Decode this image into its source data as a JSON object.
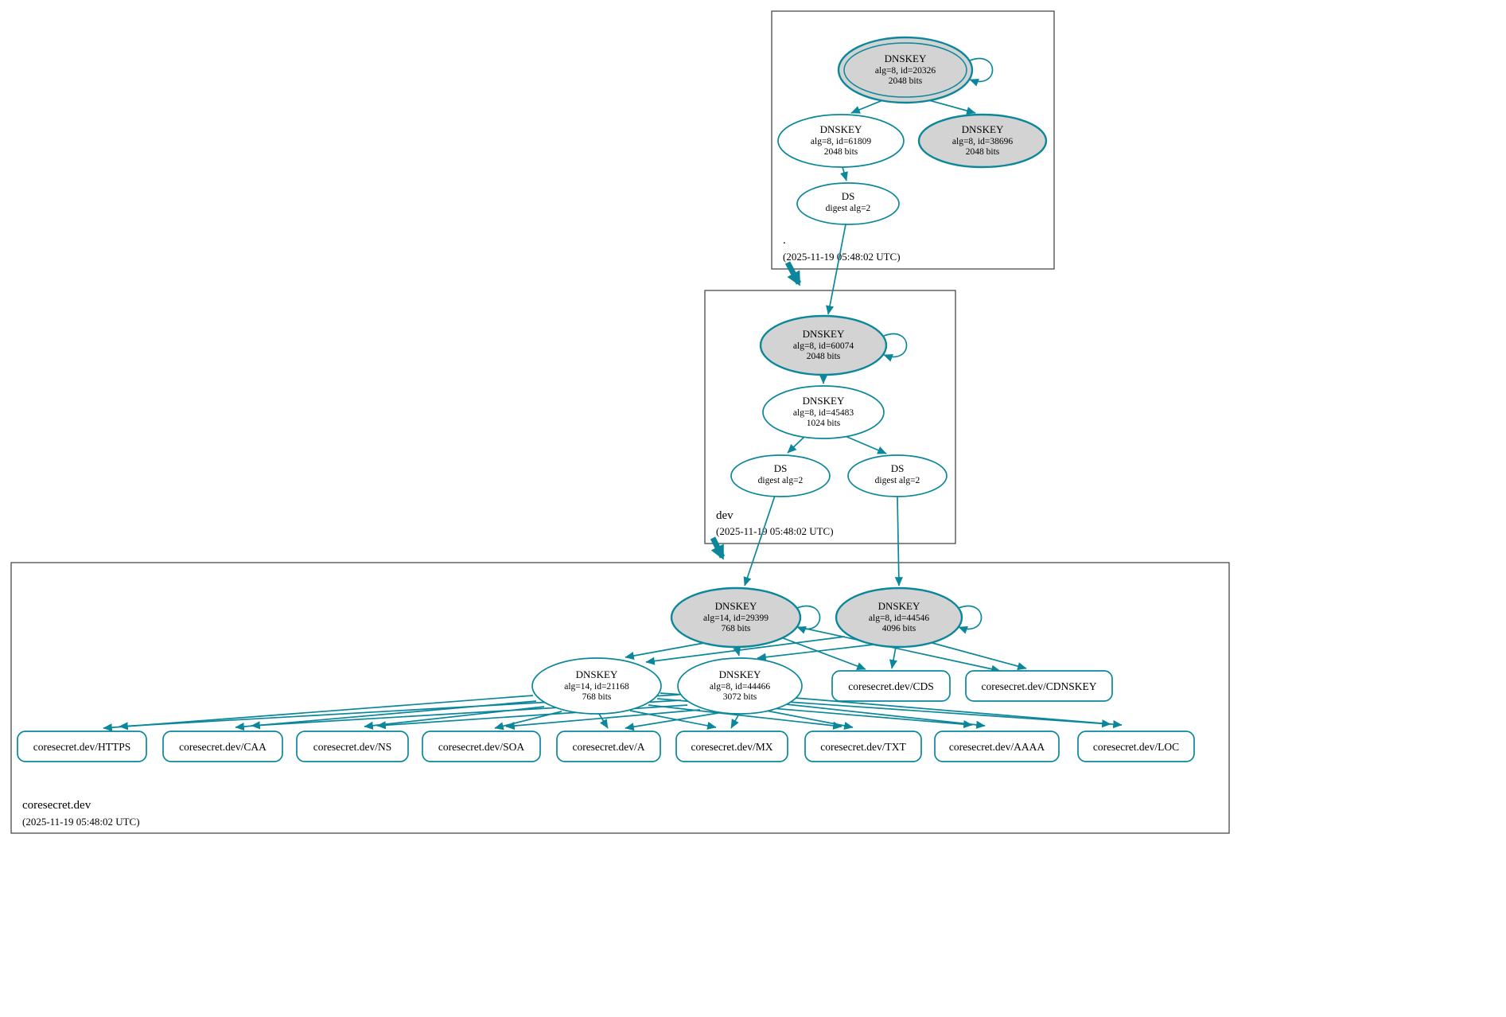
{
  "diagram": {
    "colors": {
      "secure": "#0a879a",
      "sep_fill": "#d3d3d3",
      "node_fill": "#ffffff",
      "box_border": "#3b3b3b"
    }
  },
  "zones": {
    "root": {
      "label": ".",
      "timestamp": "(2025-11-19 05:48:02 UTC)",
      "nodes": {
        "ksk": {
          "type": "DNSKEY",
          "detail": "alg=8, id=20326",
          "bits": "2048 bits"
        },
        "zsk": {
          "type": "DNSKEY",
          "detail": "alg=8, id=61809",
          "bits": "2048 bits"
        },
        "sep2": {
          "type": "DNSKEY",
          "detail": "alg=8, id=38696",
          "bits": "2048 bits"
        },
        "ds": {
          "type": "DS",
          "detail": "digest alg=2"
        }
      }
    },
    "dev": {
      "label": "dev",
      "timestamp": "(2025-11-19 05:48:02 UTC)",
      "nodes": {
        "ksk": {
          "type": "DNSKEY",
          "detail": "alg=8, id=60074",
          "bits": "2048 bits"
        },
        "zsk": {
          "type": "DNSKEY",
          "detail": "alg=8, id=45483",
          "bits": "1024 bits"
        },
        "ds1": {
          "type": "DS",
          "detail": "digest alg=2"
        },
        "ds2": {
          "type": "DS",
          "detail": "digest alg=2"
        }
      }
    },
    "coresecret": {
      "label": "coresecret.dev",
      "timestamp": "(2025-11-19 05:48:02 UTC)",
      "nodes": {
        "ksk14": {
          "type": "DNSKEY",
          "detail": "alg=14, id=29399",
          "bits": "768 bits"
        },
        "ksk8": {
          "type": "DNSKEY",
          "detail": "alg=8, id=44546",
          "bits": "4096 bits"
        },
        "zsk14": {
          "type": "DNSKEY",
          "detail": "alg=14, id=21168",
          "bits": "768 bits"
        },
        "zsk8": {
          "type": "DNSKEY",
          "detail": "alg=8, id=44466",
          "bits": "3072 bits"
        },
        "cds": {
          "label": "coresecret.dev/CDS"
        },
        "cdnskey": {
          "label": "coresecret.dev/CDNSKEY"
        }
      },
      "rrsets": [
        "coresecret.dev/HTTPS",
        "coresecret.dev/CAA",
        "coresecret.dev/NS",
        "coresecret.dev/SOA",
        "coresecret.dev/A",
        "coresecret.dev/MX",
        "coresecret.dev/TXT",
        "coresecret.dev/AAAA",
        "coresecret.dev/LOC"
      ]
    }
  }
}
